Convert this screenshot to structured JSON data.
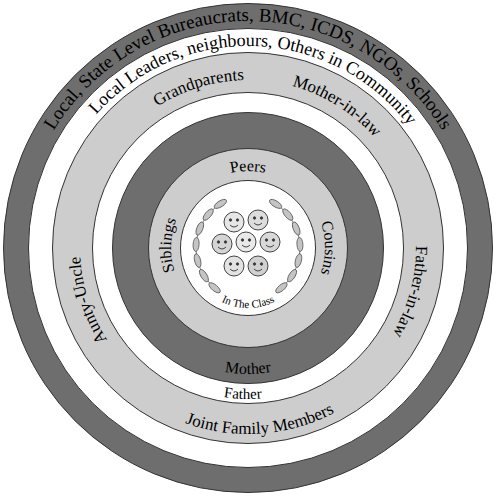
{
  "diagram": {
    "nodes": [
      {
        "text": [
          "Local, State Level Bureaucrats, BMC, ICDS, NGOs, Schools"
        ]
      },
      {
        "text": [
          "Local Leaders, neighbours, Others in Community"
        ],
        "in": 0
      },
      {
        "text": [
          "Grandparents",
          "Mother-in-law",
          "Aunty-Uncle",
          "Father-in-law",
          "Joint Family Members"
        ],
        "in": 1
      },
      {
        "text": [
          "Father"
        ],
        "in": 2
      },
      {
        "text": [
          "Mother"
        ],
        "in": 3
      },
      {
        "text": [
          "Peers",
          "Siblings",
          "Cousins"
        ],
        "in": 4
      },
      {
        "text": [
          "In The Class"
        ],
        "in": 5
      }
    ]
  }
}
